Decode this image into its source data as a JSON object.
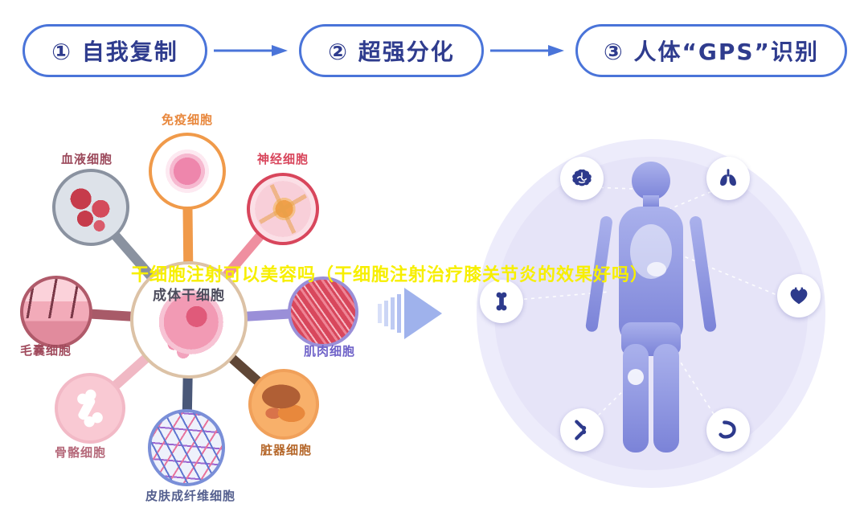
{
  "steps": {
    "border_color": "#4a74d9",
    "text_color": "#2f3c8e",
    "items": [
      {
        "label": "① 自我复制"
      },
      {
        "label": "② 超强分化"
      },
      {
        "label": "③ 人体“GPS”识别"
      }
    ]
  },
  "overlay_title": {
    "text": "干细胞注射可以美容吗（干细胞注射治疗膝关节炎的效果好吗）",
    "color": "#f7ef00"
  },
  "stem_diagram": {
    "center": {
      "label": "成体干细胞",
      "label_color": "#4c4c5c"
    },
    "cells": [
      {
        "name": "immune",
        "label": "免疫细胞",
        "label_color": "#e8873c"
      },
      {
        "name": "blood",
        "label": "血液细胞",
        "label_color": "#9c4a5c"
      },
      {
        "name": "nerve",
        "label": "神经细胞",
        "label_color": "#d8465c"
      },
      {
        "name": "hair-follicle",
        "label": "毛囊细胞",
        "label_color": "#a04a5c"
      },
      {
        "name": "muscle",
        "label": "肌肉细胞",
        "label_color": "#6e61c8"
      },
      {
        "name": "bone",
        "label": "骨骼细胞",
        "label_color": "#b5697a"
      },
      {
        "name": "organ",
        "label": "脏器细胞",
        "label_color": "#b5672a"
      },
      {
        "name": "skin-fibroblast",
        "label": "皮肤成纤维细胞",
        "label_color": "#55608f"
      }
    ]
  },
  "body_panel": {
    "circle_color": "#e9e8fa",
    "icon_color": "#2d3a8c",
    "icons": [
      {
        "name": "brain-icon"
      },
      {
        "name": "lungs-icon"
      },
      {
        "name": "bone-icon"
      },
      {
        "name": "heart-icon"
      },
      {
        "name": "knee-joint-icon"
      },
      {
        "name": "stomach-icon"
      }
    ]
  }
}
